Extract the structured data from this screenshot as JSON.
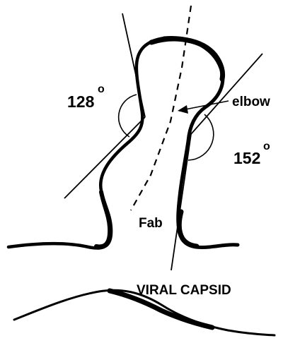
{
  "labels": {
    "angle_left": "128",
    "angle_right": "152",
    "degree_mark": "o",
    "elbow": "elbow",
    "fab": "Fab",
    "capsid": "VIRAL CAPSID"
  },
  "colors": {
    "ink": "#000000",
    "background": "#ffffff"
  }
}
